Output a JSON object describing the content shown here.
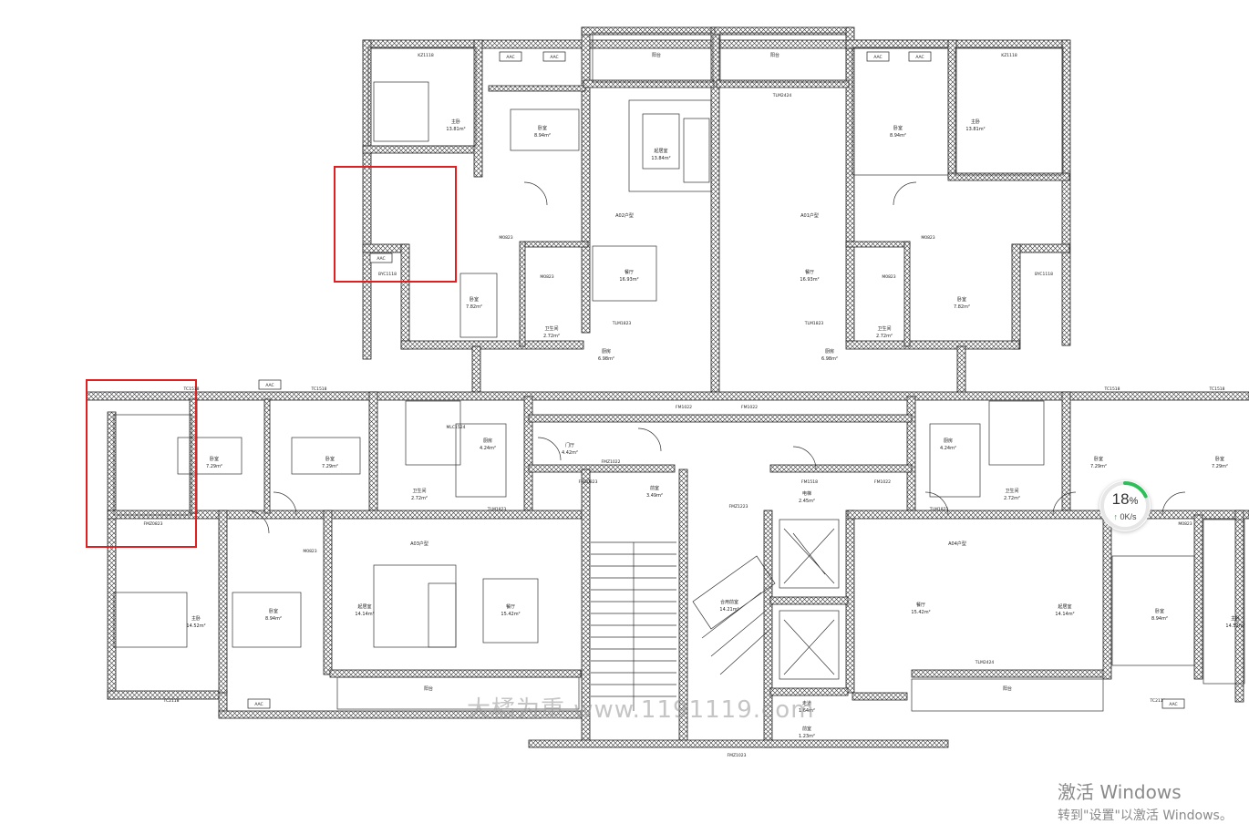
{
  "rooms": [
    {
      "id": "r1",
      "name": "主卧",
      "area": "13.81m²"
    },
    {
      "id": "r2",
      "name": "卧室",
      "area": "8.94m²"
    },
    {
      "id": "r3",
      "name": "起居室",
      "area": "13.84m²"
    },
    {
      "id": "r4",
      "name": "阳台",
      "area": ""
    },
    {
      "id": "r5",
      "name": "阳台",
      "area": ""
    },
    {
      "id": "r6",
      "name": "卧室",
      "area": "8.94m²"
    },
    {
      "id": "r7",
      "name": "主卧",
      "area": "13.81m²"
    },
    {
      "id": "r8",
      "name": "餐厅",
      "area": "16.93m²"
    },
    {
      "id": "r9",
      "name": "餐厅",
      "area": "16.93m²"
    },
    {
      "id": "r10",
      "name": "卧室",
      "area": "7.82m²"
    },
    {
      "id": "r11",
      "name": "卫生间",
      "area": "2.72m²"
    },
    {
      "id": "r12",
      "name": "卫生间",
      "area": "2.72m²"
    },
    {
      "id": "r13",
      "name": "卧室",
      "area": "7.82m²"
    },
    {
      "id": "r14",
      "name": "厨房",
      "area": "6.98m²"
    },
    {
      "id": "r15",
      "name": "厨房",
      "area": "6.98m²"
    },
    {
      "id": "r16",
      "name": "卧室",
      "area": "7.29m²"
    },
    {
      "id": "r17",
      "name": "卧室",
      "area": "7.29m²"
    },
    {
      "id": "r18",
      "name": "厨房",
      "area": "4.24m²"
    },
    {
      "id": "r19",
      "name": "门厅",
      "area": "4.42m²"
    },
    {
      "id": "r20",
      "name": "卫生间",
      "area": "2.72m²"
    },
    {
      "id": "r21",
      "name": "厨房",
      "area": "4.24m²"
    },
    {
      "id": "r22",
      "name": "卧室",
      "area": "7.29m²"
    },
    {
      "id": "r23",
      "name": "卧室",
      "area": "7.29m²"
    },
    {
      "id": "r24",
      "name": "卫生间",
      "area": "2.72m²"
    },
    {
      "id": "r25",
      "name": "主卧",
      "area": "14.52m²"
    },
    {
      "id": "r26",
      "name": "卧室",
      "area": "8.94m²"
    },
    {
      "id": "r27",
      "name": "起居室",
      "area": "14.14m²"
    },
    {
      "id": "r28",
      "name": "餐厅",
      "area": "15.42m²"
    },
    {
      "id": "r29",
      "name": "餐厅",
      "area": "15.42m²"
    },
    {
      "id": "r30",
      "name": "起居室",
      "area": "14.14m²"
    },
    {
      "id": "r31",
      "name": "卧室",
      "area": "8.94m²"
    },
    {
      "id": "r32",
      "name": "主卧",
      "area": "14.52m²"
    },
    {
      "id": "r33",
      "name": "阳台",
      "area": ""
    },
    {
      "id": "r34",
      "name": "阳台",
      "area": ""
    },
    {
      "id": "r35",
      "name": "前室",
      "area": "3.49m²"
    },
    {
      "id": "r36",
      "name": "电梯",
      "area": "2.45m²"
    },
    {
      "id": "r37",
      "name": "合用前室",
      "area": "14.21m²"
    },
    {
      "id": "r38",
      "name": "走道",
      "area": "1.64m²"
    },
    {
      "id": "r39",
      "name": "前室",
      "area": "1.23m²"
    }
  ],
  "units": [
    {
      "id": "u1",
      "label": "A02户型"
    },
    {
      "id": "u2",
      "label": "A01户型"
    },
    {
      "id": "u3",
      "label": "A03户型"
    },
    {
      "id": "u4",
      "label": "A04户型"
    }
  ],
  "tags": [
    {
      "id": "t1",
      "text": "KZ1118"
    },
    {
      "id": "t2",
      "text": "KZ1118"
    },
    {
      "id": "t3",
      "text": "TC1518"
    },
    {
      "id": "t4",
      "text": "TC1518"
    },
    {
      "id": "t5",
      "text": "TC1518"
    },
    {
      "id": "t6",
      "text": "TC1518"
    },
    {
      "id": "t7",
      "text": "BYC1118"
    },
    {
      "id": "t8",
      "text": "BYC1118"
    },
    {
      "id": "t9",
      "text": "M0823"
    },
    {
      "id": "t10",
      "text": "M0823"
    },
    {
      "id": "t11",
      "text": "M0823"
    },
    {
      "id": "t12",
      "text": "M0823"
    },
    {
      "id": "t13",
      "text": "FM1022"
    },
    {
      "id": "t14",
      "text": "FM1022"
    },
    {
      "id": "t15",
      "text": "FMZ1022"
    },
    {
      "id": "t16",
      "text": "FMZ1223"
    },
    {
      "id": "t17",
      "text": "TLM1823"
    },
    {
      "id": "t18",
      "text": "TLM1823"
    },
    {
      "id": "t19",
      "text": "TLM2424"
    },
    {
      "id": "t20",
      "text": "TLM2424"
    },
    {
      "id": "t21",
      "text": "FMZ0823"
    },
    {
      "id": "t22",
      "text": "FMZ0823"
    },
    {
      "id": "t23",
      "text": "FM1518"
    },
    {
      "id": "t24",
      "text": "FMZ1023"
    },
    {
      "id": "t25",
      "text": "M0823"
    },
    {
      "id": "t26",
      "text": "MLC1524"
    },
    {
      "id": "t27",
      "text": "TLM1823"
    },
    {
      "id": "t28",
      "text": "TLM1823"
    },
    {
      "id": "t29",
      "text": "TC2118"
    },
    {
      "id": "t30",
      "text": "TC2118"
    },
    {
      "id": "t31",
      "text": "M0823"
    },
    {
      "id": "t32",
      "text": "FM1022"
    },
    {
      "id": "t33",
      "text": "AAC"
    },
    {
      "id": "t34",
      "text": "AAC"
    },
    {
      "id": "t35",
      "text": "AAC"
    },
    {
      "id": "t36",
      "text": "AAC"
    },
    {
      "id": "t37",
      "text": "AAC"
    },
    {
      "id": "t38",
      "text": "AAC"
    },
    {
      "id": "t39",
      "text": "AAC"
    },
    {
      "id": "t40",
      "text": "AAC"
    }
  ],
  "hud": {
    "percent": "18",
    "percent_unit": "%",
    "speed": "0K/s",
    "arrow": "↑"
  },
  "watermark": "大橘为重 www.1191119.com",
  "activation": {
    "line1": "激活 Windows",
    "line2": "转到\"设置\"以激活 Windows。"
  },
  "colors": {
    "highlight": "#e02020",
    "wall": "#1a1a1a",
    "progress": "#2fbf5a"
  }
}
